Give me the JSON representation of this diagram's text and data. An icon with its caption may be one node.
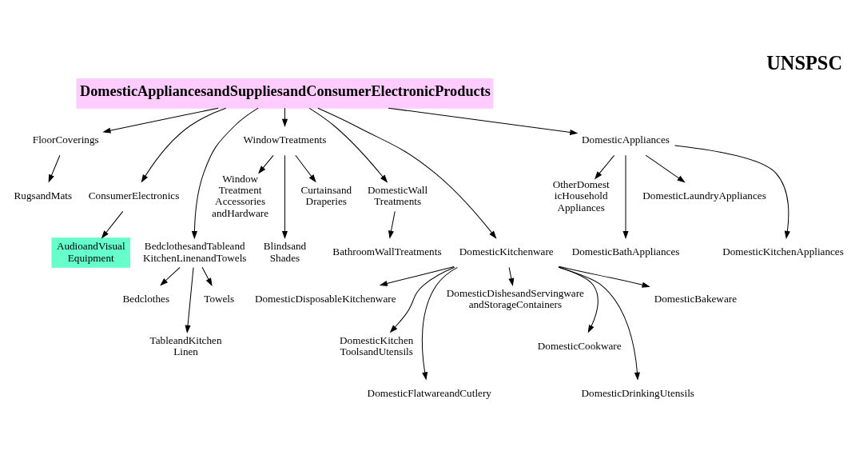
{
  "diagram": {
    "title": "UNSPSC",
    "nodes": [
      {
        "text": [
          "DomesticAppliancesandSuppliesandConsumerElectronicProducts"
        ]
      },
      {
        "text": [
          "FloorCoverings"
        ]
      },
      {
        "text": [
          "RugsandMats"
        ]
      },
      {
        "text": [
          "ConsumerElectronics"
        ]
      },
      {
        "text": [
          "AudioandVisual Equipment"
        ]
      },
      {
        "text": [
          "BedclothesandTableand KitchenLinenandTowels"
        ]
      },
      {
        "text": [
          "Bedclothes"
        ]
      },
      {
        "text": [
          "TableandKitchen Linen"
        ]
      },
      {
        "text": [
          "Towels"
        ]
      },
      {
        "text": [
          "WindowTreatments"
        ]
      },
      {
        "text": [
          "Window Treatment Accessories andHardware"
        ]
      },
      {
        "text": [
          "Blindsand Shades"
        ]
      },
      {
        "text": [
          "Curtainsand Draperies"
        ]
      },
      {
        "text": [
          "DomesticWall Treatments"
        ]
      },
      {
        "text": [
          "BathroomWallTreatments"
        ]
      },
      {
        "text": [
          "DomesticKitchenware"
        ]
      },
      {
        "text": [
          "DomesticDisposableKitchenware"
        ]
      },
      {
        "text": [
          "DomesticKitchen ToolsandUtensils"
        ]
      },
      {
        "text": [
          "DomesticFlatwareandCutlery"
        ]
      },
      {
        "text": [
          "DomesticDishesandServingware andStorageContainers"
        ]
      },
      {
        "text": [
          "DomesticCookware"
        ]
      },
      {
        "text": [
          "DomesticDrinkingUtensils"
        ]
      },
      {
        "text": [
          "DomesticBakeware"
        ]
      },
      {
        "text": [
          "DomesticAppliances"
        ]
      },
      {
        "text": [
          "OtherDomest icHousehold Appliances"
        ]
      },
      {
        "text": [
          "DomesticBathAppliances"
        ]
      },
      {
        "text": [
          "DomesticLaundryAppliances"
        ]
      },
      {
        "text": [
          "DomesticKitchenAppliances"
        ]
      }
    ],
    "edges": [
      {
        "from": 0,
        "to": 1,
        "arrow": "to"
      },
      {
        "from": 0,
        "to": 3,
        "arrow": "to"
      },
      {
        "from": 0,
        "to": 5,
        "arrow": "to"
      },
      {
        "from": 0,
        "to": 9,
        "arrow": "to"
      },
      {
        "from": 0,
        "to": 13,
        "arrow": "to"
      },
      {
        "from": 0,
        "to": 15,
        "arrow": "to"
      },
      {
        "from": 0,
        "to": 23,
        "arrow": "to"
      },
      {
        "from": 1,
        "to": 2,
        "arrow": "to"
      },
      {
        "from": 3,
        "to": 4,
        "arrow": "to"
      },
      {
        "from": 5,
        "to": 6,
        "arrow": "to"
      },
      {
        "from": 5,
        "to": 7,
        "arrow": "to"
      },
      {
        "from": 5,
        "to": 8,
        "arrow": "to"
      },
      {
        "from": 9,
        "to": 10,
        "arrow": "to"
      },
      {
        "from": 9,
        "to": 11,
        "arrow": "to"
      },
      {
        "from": 9,
        "to": 12,
        "arrow": "to"
      },
      {
        "from": 13,
        "to": 14,
        "arrow": "to"
      },
      {
        "from": 15,
        "to": 16,
        "arrow": "to"
      },
      {
        "from": 15,
        "to": 17,
        "arrow": "to"
      },
      {
        "from": 15,
        "to": 18,
        "arrow": "to"
      },
      {
        "from": 15,
        "to": 19,
        "arrow": "to"
      },
      {
        "from": 15,
        "to": 20,
        "arrow": "to"
      },
      {
        "from": 15,
        "to": 21,
        "arrow": "to"
      },
      {
        "from": 15,
        "to": 22,
        "arrow": "to"
      },
      {
        "from": 23,
        "to": 24,
        "arrow": "to"
      },
      {
        "from": 23,
        "to": 25,
        "arrow": "to"
      },
      {
        "from": 23,
        "to": 26,
        "arrow": "to"
      },
      {
        "from": 23,
        "to": 27,
        "arrow": "to"
      }
    ]
  }
}
